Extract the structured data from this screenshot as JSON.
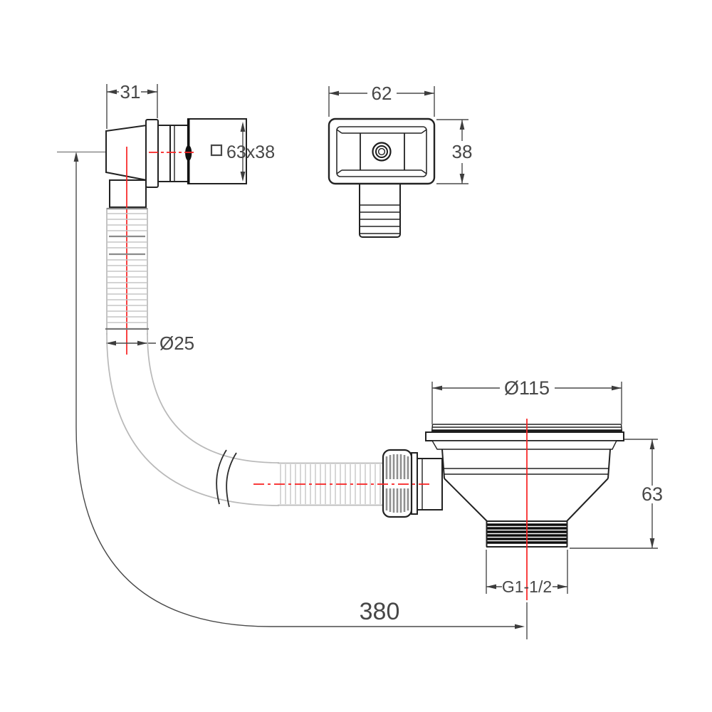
{
  "drawing": {
    "type": "technical-drawing",
    "subject": "sink overflow and strainer waste kit",
    "background_color": "#ffffff",
    "line_color": "#222222",
    "centerline_color": "#f82020",
    "hose_color": "#c6c6c6",
    "labels": {
      "overflow_width": "31",
      "overflow_face_width": "62",
      "overflow_face_height": "38",
      "overflow_body_section": "63x38",
      "hose_diameter": "Ø25",
      "strainer_diameter": "Ø115",
      "strainer_height": "63",
      "outlet_thread": "G1-1/2",
      "hose_length": "380"
    }
  }
}
